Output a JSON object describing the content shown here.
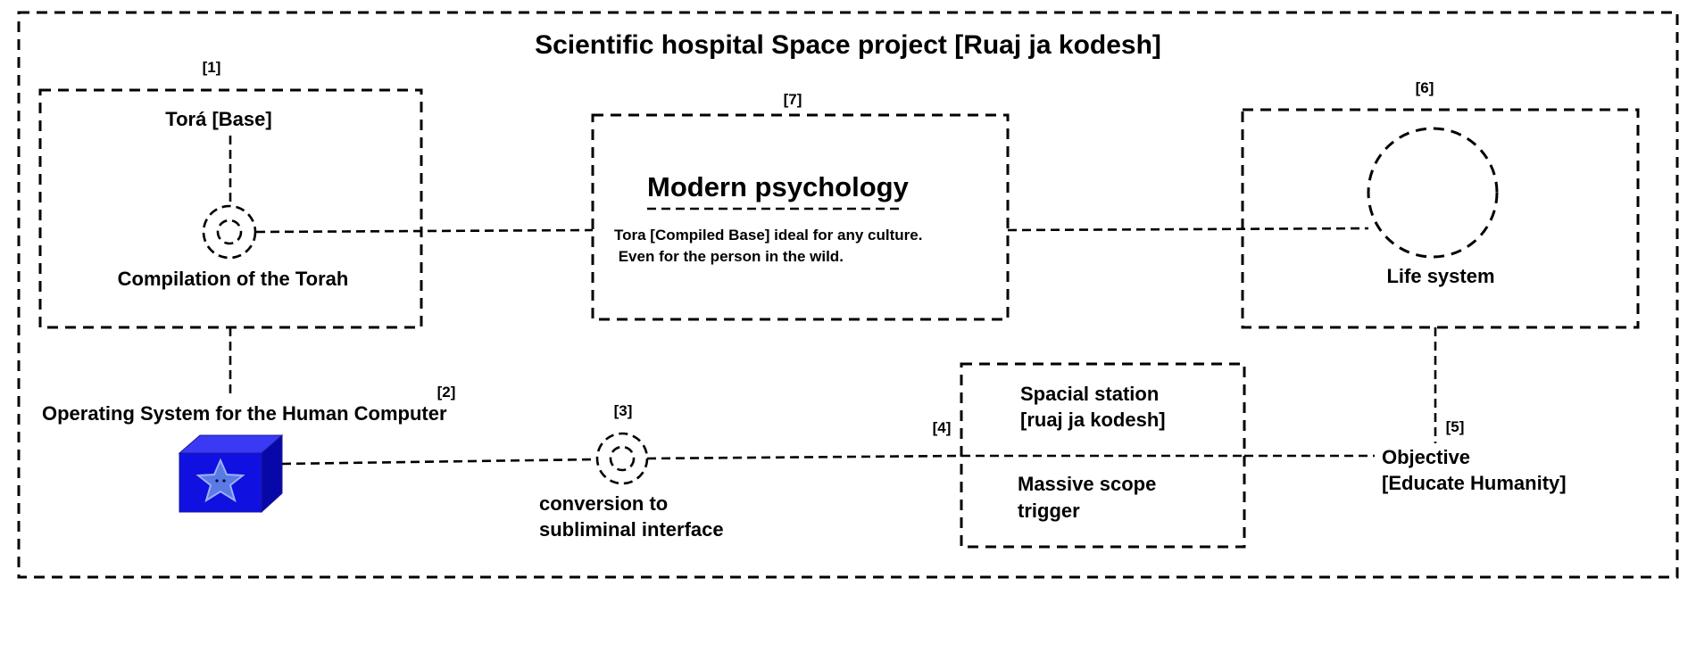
{
  "diagram": {
    "title": "Scientific hospital Space project [Ruaj ja kodesh]",
    "markers": {
      "m1": "[1]",
      "m2": "[2]",
      "m3": "[3]",
      "m4": "[4]",
      "m5": "[5]",
      "m6": "[6]",
      "m7": "[7]"
    },
    "box1": {
      "top_label": "Torá [Base]",
      "bottom_label": "Compilation of the Torah"
    },
    "box7": {
      "heading": "Modern psychology",
      "line1": "Tora [Compiled Base] ideal for any culture.",
      "line2": " Even for the person in the wild."
    },
    "box6": {
      "label": "Life system"
    },
    "os_label": "Operating System for the Human Computer",
    "conversion": {
      "line1": "conversion to",
      "line2": "subliminal interface"
    },
    "box4": {
      "top_line1": "Spacial station",
      "top_line2": "[ruaj ja kodesh]",
      "bottom_line1": "Massive scope",
      "bottom_line2": "trigger"
    },
    "objective": {
      "line1": "Objective",
      "line2": "[Educate Humanity]"
    },
    "icons": {
      "cube": "blue-cube-star-icon",
      "target1": "double-dashed-circle-icon",
      "target3": "double-dashed-circle-icon",
      "circle6": "dashed-circle-icon"
    },
    "colors": {
      "cube_front": "#1010e0",
      "cube_top": "#3a3af5",
      "cube_side": "#0808a8",
      "star": "#5a7ae6"
    }
  }
}
